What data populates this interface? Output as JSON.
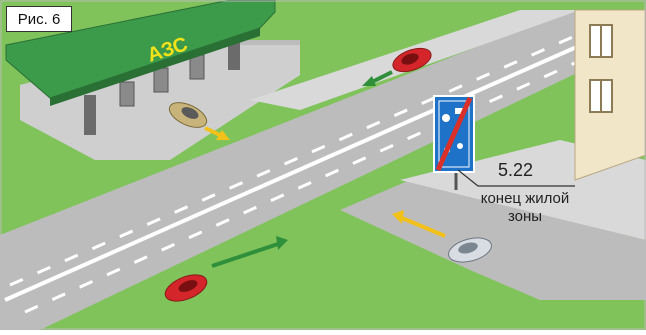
{
  "figure_label": "Рис. 6",
  "station_label": "АЗС",
  "sign": {
    "code": "5.22",
    "name_line1": "конец жилой",
    "name_line2": "зоны"
  },
  "colors": {
    "grass": "#7fc35a",
    "road": "#bcbcbc",
    "sidewalk": "#d9d9d9",
    "station_roof": "#3c9a4b",
    "sign_blue": "#1e73c8",
    "sign_red_stripe": "#d9302a",
    "arrow_green": "#2f8f3a",
    "arrow_yellow": "#f2c21a",
    "car_red": "#d4262a",
    "car_beige": "#c8b47a",
    "car_silver": "#d8dde3"
  }
}
